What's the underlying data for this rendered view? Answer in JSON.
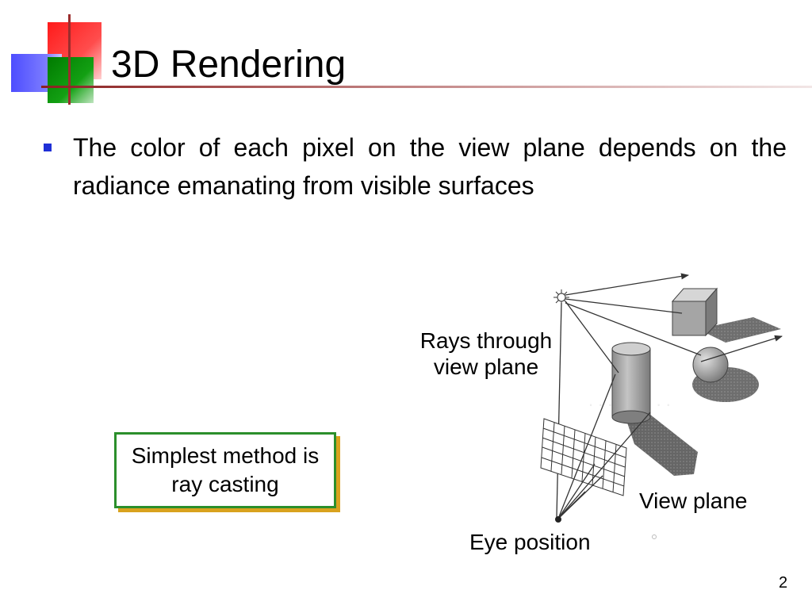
{
  "slide": {
    "title": "3D Rendering",
    "bullet": "The color of each pixel on the view plane depends on the radiance emanating from visible surfaces",
    "callout": "Simplest method is ray casting",
    "page_number": "2"
  },
  "diagram": {
    "labels": {
      "rays": "Rays through view plane",
      "view_plane": "View plane",
      "eye_position": "Eye position"
    }
  },
  "colors": {
    "accent_red": "#ff1a1a",
    "accent_blue": "#4d4dff",
    "accent_green": "#13a013",
    "bullet_blue": "#1f2fd6",
    "callout_border": "#2b8f2b",
    "callout_shadow": "#d9a21e"
  }
}
